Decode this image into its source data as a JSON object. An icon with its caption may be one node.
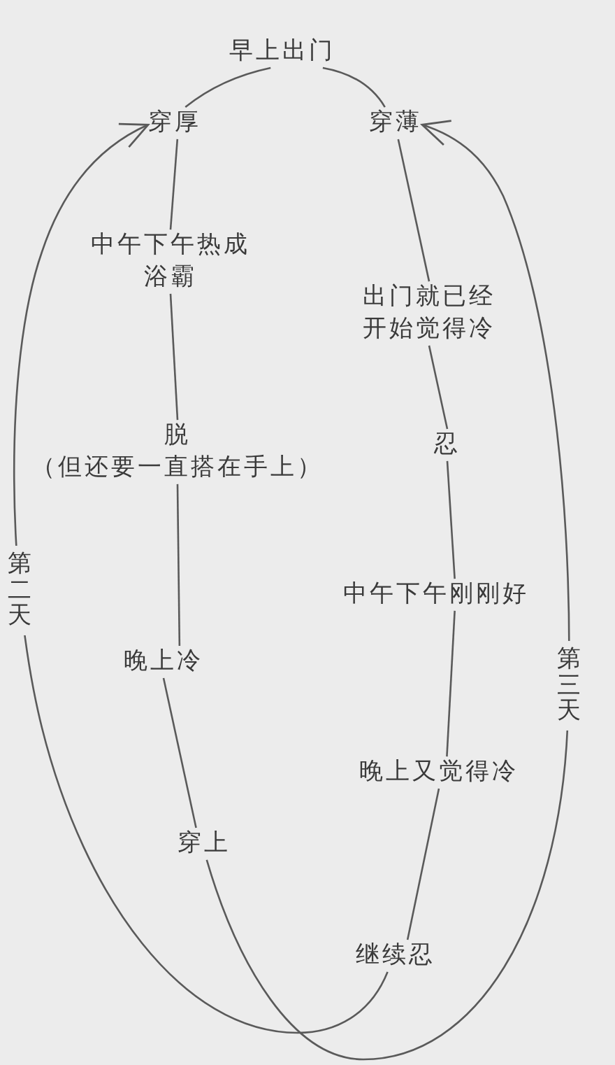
{
  "diagram": {
    "nodes": [
      {
        "text": [
          "早上出门"
        ]
      },
      {
        "text": [
          "穿厚"
        ]
      },
      {
        "text": [
          "穿薄"
        ]
      },
      {
        "text": [
          "中午下午热成浴霸"
        ]
      },
      {
        "text": [
          "脱",
          "（但还要一直搭在手上）"
        ]
      },
      {
        "text": [
          "晚上冷"
        ]
      },
      {
        "text": [
          "穿上"
        ]
      },
      {
        "text": [
          "出门就已经开始觉得冷"
        ]
      },
      {
        "text": [
          "忍"
        ]
      },
      {
        "text": [
          "中午下午刚刚好"
        ]
      },
      {
        "text": [
          "晚上又觉得冷"
        ]
      },
      {
        "text": [
          "继续忍"
        ]
      }
    ],
    "edges": [
      {
        "from": 0,
        "to": 1,
        "arrow": "none"
      },
      {
        "from": 0,
        "to": 2,
        "arrow": "none"
      },
      {
        "from": 1,
        "to": 3,
        "arrow": "none"
      },
      {
        "from": 3,
        "to": 4,
        "arrow": "none"
      },
      {
        "from": 4,
        "to": 5,
        "arrow": "none"
      },
      {
        "from": 5,
        "to": 6,
        "arrow": "none"
      },
      {
        "from": 2,
        "to": 7,
        "arrow": "none"
      },
      {
        "from": 7,
        "to": 8,
        "arrow": "none"
      },
      {
        "from": 8,
        "to": 9,
        "arrow": "none"
      },
      {
        "from": 9,
        "to": 10,
        "arrow": "none"
      },
      {
        "from": 10,
        "to": 11,
        "arrow": "none"
      },
      {
        "from": 11,
        "to": 1,
        "arrow": "to",
        "label": "第二天"
      },
      {
        "from": 6,
        "to": 2,
        "arrow": "to",
        "label": "第三天"
      }
    ]
  }
}
